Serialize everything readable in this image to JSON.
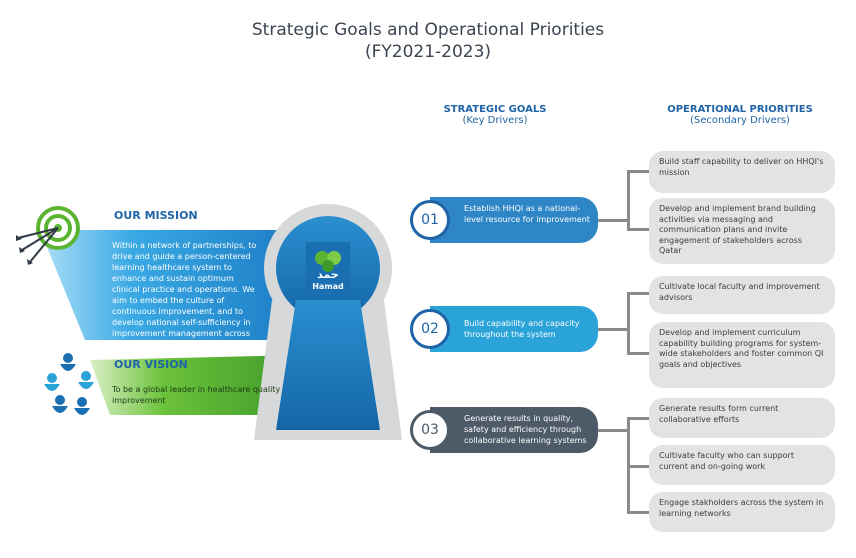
{
  "title": {
    "line1": "Strategic Goals and Operational Priorities",
    "line2": "(FY2021-2023)"
  },
  "columns": {
    "goals_heading": "STRATEGIC GOALS",
    "goals_sub": "(Key Drivers)",
    "priorities_heading": "OPERATIONAL PRIORITIES",
    "priorities_sub": "(Secondary Drivers)"
  },
  "mission": {
    "heading": "OUR MISSION",
    "text": "Within a network of partnerships, to drive and guide a person-centered learning healthcare system to enhance and sustain optimum clinical practice and operations. We aim to embed the culture of continuous improvement, and to develop national self-sufficiency in improvement management across the Qatar healthcare system"
  },
  "vision": {
    "heading": "OUR VISION",
    "text": "To be a global leader in healthcare quality improvement"
  },
  "logo": {
    "arabic": "حمد",
    "name": "Hamad"
  },
  "goals": [
    {
      "number": "01",
      "text": "Establish HHQI as a national-level resource for improvement",
      "color": "#2e86c6",
      "priorities": [
        "Build staff capability to deliver on HHQI's mission",
        "Develop and implement brand building activities via messaging and communication plans and invite engagement of stakeholders across Qatar"
      ]
    },
    {
      "number": "02",
      "text": "Build capability and capacity throughout the system",
      "color": "#2aa3d8",
      "priorities": [
        "Cultivate local faculty and improvement advisors",
        "Develop and implement curriculum capability building programs for system-wide stakeholders and foster common QI goals and objectives"
      ]
    },
    {
      "number": "03",
      "text": "Generate results in quality, safety and efficiency through collaborative learning systems",
      "color": "#4d5a67",
      "priorities": [
        "Generate results form current collaborative efforts",
        "Cultivate faculty who can support current and on-going work",
        "Engage stakholders across the system in learning networks"
      ]
    }
  ],
  "colors": {
    "title": "#3b4450",
    "heading_blue": "#1f64a6",
    "mission_panel": "#3aa9e4",
    "vision_panel": "#5cb532",
    "priority_box": "#e3e3e5"
  }
}
